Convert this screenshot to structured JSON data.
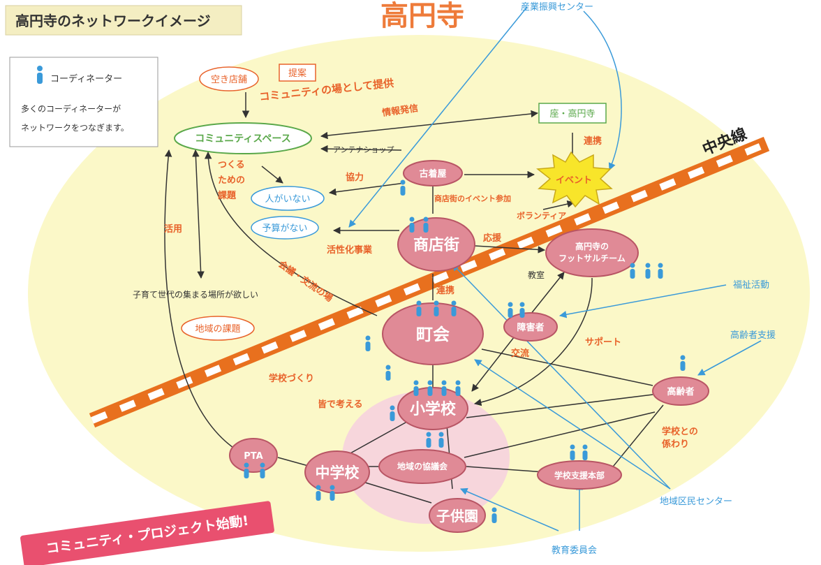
{
  "header": {
    "title": "高円寺のネットワークイメージ",
    "place": "高円寺"
  },
  "legend": {
    "coordinator": "コーディネーター",
    "desc_line1": "多くのコーディネーターが",
    "desc_line2": "ネットワークをつなぎます。"
  },
  "rail": {
    "label": "中央線"
  },
  "nodes": {
    "akitenpo": "空き店舗",
    "teian": "提案",
    "community_space": "コミュニティスペース",
    "hito": "人がいない",
    "yosan": "予算がない",
    "furugiya": "古着屋",
    "shotengai": "商店街",
    "za": "座・高円寺",
    "event": "イベント",
    "futsal_line1": "高円寺の",
    "futsal_line2": "フットサルチーム",
    "shogaisha": "障害者",
    "chokai": "町会",
    "shogakko": "小学校",
    "koreisha": "高齢者",
    "pta": "PTA",
    "chugakko": "中学校",
    "kyogikai": "地域の協議会",
    "shien": "学校支援本部",
    "kodomoen": "子供園",
    "chiiki_kadai": "地域の課題"
  },
  "labels": {
    "community_place": "コミュニティの場として提供",
    "joho": "情報発信",
    "antenna": "アンテナショップ",
    "renkei1": "連携",
    "kyoryoku": "協力",
    "tsukuru1": "つくる",
    "tsukuru2": "ための",
    "tsukuru3": "課題",
    "shotengai_event": "商店街のイベント参加",
    "volunteer": "ボランティア",
    "katsuyo": "活用",
    "kasseika": "活性化事業",
    "oen": "応援",
    "kyoshitsu": "教室",
    "kaigi": "会議・交流の場",
    "renkei2": "連携",
    "kosodate": "子育て世代の集まる場所が欲しい",
    "koryu": "交流",
    "support": "サポート",
    "gakko_zukuri": "学校づくり",
    "mina": "皆で考える",
    "gakko_kakawari1": "学校との",
    "gakko_kakawari2": "係わり"
  },
  "external": {
    "sangyo": "産業振興センター",
    "fukushi": "福祉活動",
    "koreisha_shien": "高齢者支援",
    "chiiki_kumin": "地域区民センター",
    "kyoiku": "教育委員会"
  },
  "banner": "コミュニティ・プロジェクト始動!",
  "colors": {
    "node_fill": "#e08a96",
    "node_stroke": "#b85564",
    "orange": "#e8622a",
    "blue": "#3a9ad9",
    "green": "#5aa84a",
    "pink_banner": "#e9506f",
    "yellow_bg": "#fbf8c8"
  }
}
